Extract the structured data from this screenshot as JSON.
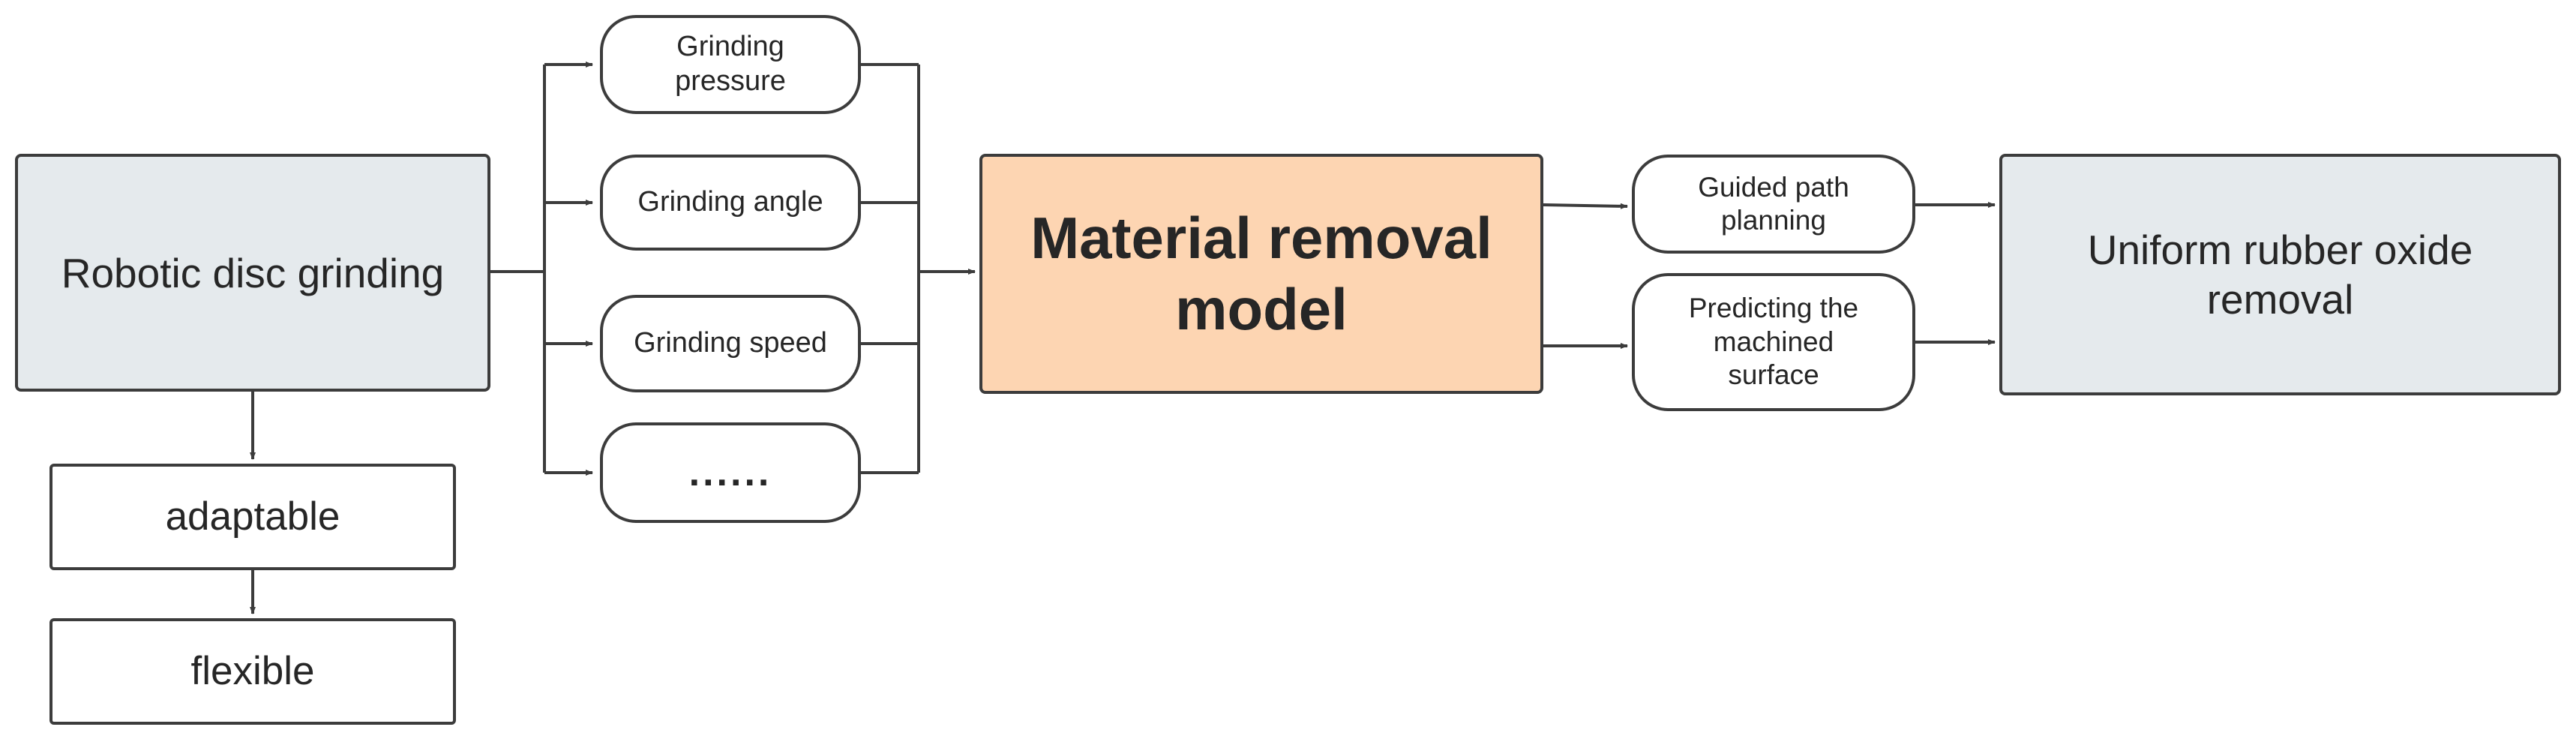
{
  "nodes": {
    "robotic_disc_grinding": "Robotic disc grinding",
    "adaptable": "adaptable",
    "flexible": "flexible",
    "grinding_pressure": "Grinding\npressure",
    "grinding_angle": "Grinding angle",
    "grinding_speed": "Grinding speed",
    "ellipsis": "......",
    "material_removal_model": "Material removal\nmodel",
    "guided_path_planning": "Guided path\nplanning",
    "predicting_machined_surface": "Predicting the\nmachined\nsurface",
    "uniform_rubber_oxide_removal": "Uniform rubber oxide\nremoval"
  },
  "colors": {
    "gray_fill": "#e5eaed",
    "orange_fill": "#fdd5b2",
    "stroke": "#3c3c3c"
  }
}
